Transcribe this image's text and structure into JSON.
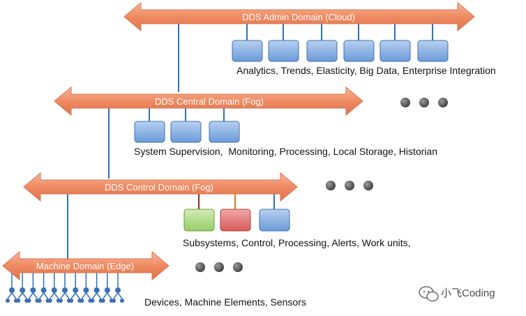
{
  "domains": [
    {
      "id": "admin",
      "label": "DDS Admin Domain (Cloud)",
      "description": "Analytics, Trends, Elasticity, Big Data, Enterprise Integration"
    },
    {
      "id": "central",
      "label": "DDS Central Domain (Fog)",
      "description": "System Supervision,  Monitoring, Processing, Local Storage, Historian"
    },
    {
      "id": "control",
      "label": "DDS Control Domain (Fog)",
      "description": "Subsystems, Control, Processing, Alerts, Work units,"
    },
    {
      "id": "machine",
      "label": "Machine Domain (Edge)",
      "description": "Devices, Machine Elements, Sensors"
    }
  ],
  "watermark": "小飞Coding",
  "colors": {
    "arrow_fill": "#f08f6a",
    "arrow_stroke": "#d9734f",
    "box_blue": "#7aa7df",
    "box_green": "#a6d67a",
    "box_red": "#e06a6a",
    "line_blue": "#2a73b8",
    "line_red": "#8b2a2a",
    "line_orange": "#d67a2a",
    "dot": "#5a5a5a",
    "device": "#3a6fb5"
  }
}
